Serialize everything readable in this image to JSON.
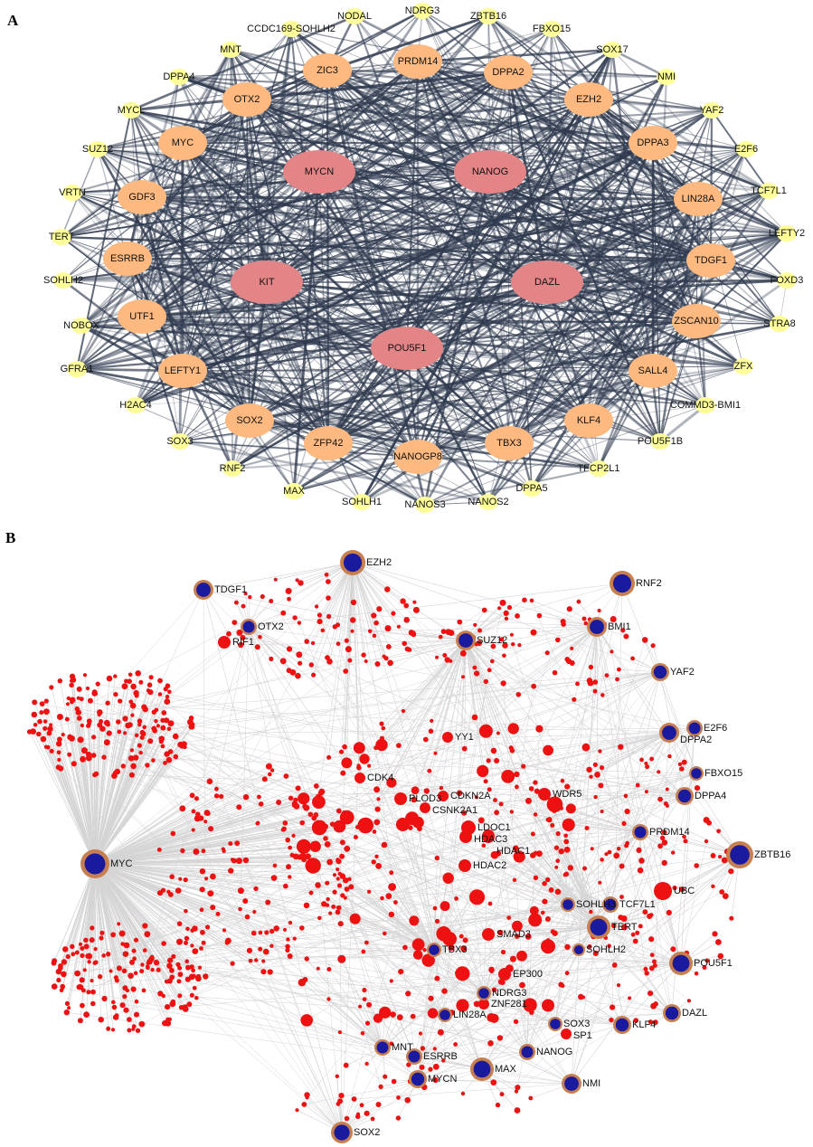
{
  "panel_a": {
    "label": "A",
    "colors": {
      "core": "#e38486",
      "middle": "#fdb97f",
      "outer": "#ffff99",
      "edge": "#2f3a4f"
    },
    "core_nodes": [
      "MYCN",
      "NANOG",
      "KIT",
      "DAZL",
      "POU5F1"
    ],
    "middle_nodes": [
      "ZIC3",
      "PRDM14",
      "DPPA2",
      "OTX2",
      "EZH2",
      "MYC",
      "DPPA3",
      "GDF3",
      "LIN28A",
      "ESRRB",
      "TDGF1",
      "UTF1",
      "ZSCAN10",
      "LEFTY1",
      "SALL4",
      "SOX2",
      "KLF4",
      "ZFP42",
      "TBX3",
      "NANOGP8"
    ],
    "outer_nodes": [
      "NODAL",
      "NDRG3",
      "ZBTB16",
      "FBXO15",
      "SOX17",
      "NMI",
      "YAF2",
      "E2F6",
      "TCF7L1",
      "LEFTY2",
      "FOXD3",
      "STRA8",
      "ZFX",
      "COMMD3-BMI1",
      "POU5F1B",
      "TFCP2L1",
      "DPPA5",
      "NANOS2",
      "NANOS3",
      "SOHLH1",
      "MAX",
      "RNF2",
      "SOX3",
      "H2AC4",
      "GFRA1",
      "NOBOX",
      "SOHLH2",
      "TERT",
      "VRTN",
      "SUZ12",
      "MYCL",
      "DPPA4",
      "MNT",
      "CCDC169-SOHLH2"
    ]
  },
  "panel_b": {
    "label": "B",
    "colors": {
      "hub_fill": "#1a1a9e",
      "hub_ring": "#c87f4f",
      "node": "#ee1111",
      "edge": "#d4d4d4"
    },
    "hub_nodes": [
      "EZH2",
      "TDGF1",
      "RNF2",
      "OTX2",
      "BMI1",
      "SUZ12",
      "YAF2",
      "DPPA2",
      "E2F6",
      "FBXO15",
      "DPPA4",
      "PRDM14",
      "ZBTB16",
      "MYC",
      "TCF7L1",
      "SOHLH3",
      "TERT",
      "SOHLH2",
      "TBX3",
      "POU5F1",
      "NDRG3",
      "LIN28A",
      "DAZL",
      "SOX3",
      "KLF4",
      "MNT",
      "ESRRB",
      "NANOG",
      "MAX",
      "MYCN",
      "NMI",
      "SOX2"
    ],
    "labeled_red_nodes": [
      "RIF1",
      "YY1",
      "CDK4",
      "PLOD3",
      "CDKN2A",
      "CSNK2A1",
      "WDR5",
      "LDOC1",
      "HDAC3",
      "HDAC1",
      "HDAC2",
      "UBC",
      "SMAD3",
      "EP300",
      "ZNF281",
      "SP1"
    ]
  }
}
